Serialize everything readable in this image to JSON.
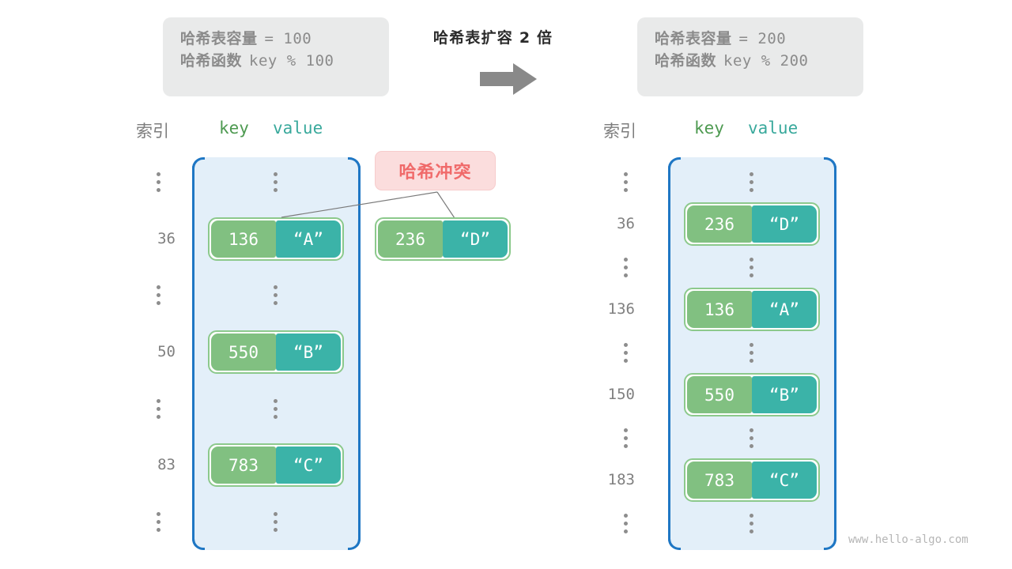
{
  "diagram": {
    "center_title": "哈希表扩容 2 倍",
    "arrow_icon": "right-arrow-icon",
    "watermark": "www.hello-algo.com",
    "colors": {
      "key_cell": "#81c081",
      "value_cell": "#3bb3a8",
      "pair_border": "#8cc98c",
      "table_fill": "#e3eff9",
      "table_border": "#1f77c4",
      "badge_bg": "#fbdddd",
      "badge_text": "#f06a6a",
      "info_bg": "#e9eaea",
      "info_text": "#8b8b8b",
      "index_text": "#808080",
      "header_key": "#4e9a51",
      "header_value": "#39a99c"
    }
  },
  "before": {
    "info": {
      "capacity_label": "哈希表容量",
      "capacity_value": "= 100",
      "function_label": "哈希函数",
      "function_value": "key % 100"
    },
    "headers": {
      "index": "索引",
      "key": "key",
      "value": "value"
    },
    "rows": [
      {
        "index": "⋮",
        "key": "",
        "value": "",
        "type": "dots"
      },
      {
        "index": "36",
        "key": "136",
        "value": "“A”",
        "type": "entry"
      },
      {
        "index": "⋮",
        "key": "",
        "value": "",
        "type": "dots"
      },
      {
        "index": "50",
        "key": "550",
        "value": "“B”",
        "type": "entry"
      },
      {
        "index": "⋮",
        "key": "",
        "value": "",
        "type": "dots"
      },
      {
        "index": "83",
        "key": "783",
        "value": "“C”",
        "type": "entry"
      },
      {
        "index": "⋮",
        "key": "",
        "value": "",
        "type": "dots"
      }
    ],
    "collision": {
      "badge_label": "哈希冲突",
      "key": "236",
      "value": "“D”"
    }
  },
  "after": {
    "info": {
      "capacity_label": "哈希表容量",
      "capacity_value": "= 200",
      "function_label": "哈希函数",
      "function_value": "key % 200"
    },
    "headers": {
      "index": "索引",
      "key": "key",
      "value": "value"
    },
    "rows": [
      {
        "index": "⋮",
        "key": "",
        "value": "",
        "type": "dots"
      },
      {
        "index": "36",
        "key": "236",
        "value": "“D”",
        "type": "entry"
      },
      {
        "index": "⋮",
        "key": "",
        "value": "",
        "type": "dots"
      },
      {
        "index": "136",
        "key": "136",
        "value": "“A”",
        "type": "entry"
      },
      {
        "index": "⋮",
        "key": "",
        "value": "",
        "type": "dots"
      },
      {
        "index": "150",
        "key": "550",
        "value": "“B”",
        "type": "entry"
      },
      {
        "index": "⋮",
        "key": "",
        "value": "",
        "type": "dots"
      },
      {
        "index": "183",
        "key": "783",
        "value": "“C”",
        "type": "entry"
      },
      {
        "index": "⋮",
        "key": "",
        "value": "",
        "type": "dots"
      }
    ]
  }
}
